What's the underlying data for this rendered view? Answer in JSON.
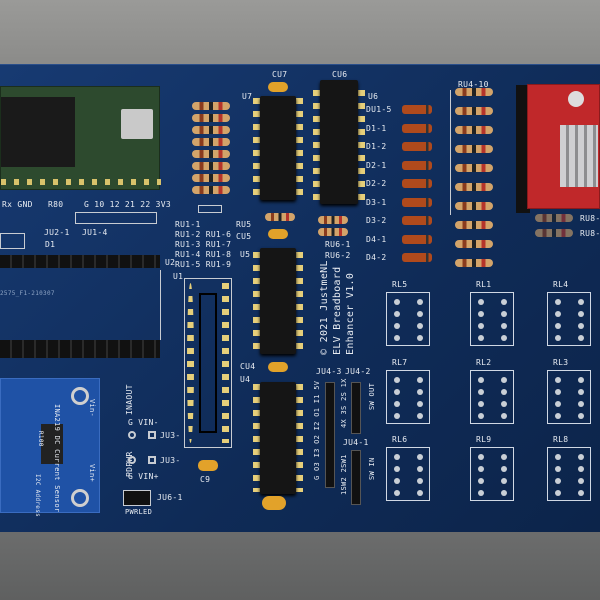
{
  "board": {
    "title": "© 2021 JustmeNL",
    "subtitle": "ELV Breadboard",
    "version": "Enhancer V1.0",
    "color": "#12305f"
  },
  "labels": {
    "u7": "U7",
    "u6": "U6",
    "cu7": "CU7",
    "cu6": "CU6",
    "u2": "U2",
    "u1": "U1",
    "u5": "U5",
    "u4": "U4",
    "cu5": "CU5",
    "ru5": "RU5",
    "cu4": "CU4",
    "c9": "C9",
    "d1": "D1",
    "ju2": "JU2-1",
    "ju1": "JU1-4",
    "pins_top": "Rx GND",
    "r80": "R80",
    "pins_row": "G 10 12 21 22 3V3",
    "ru1": [
      "RU1-1",
      "RU1-2 RU1-6",
      "RU1-3 RU1-7",
      "RU1-4 RU1-8",
      "RU1-5 RU1-9"
    ],
    "ru6": [
      "RU6-1",
      "RU6-2"
    ],
    "diodes": [
      "DU1-5",
      "D1-1",
      "D1-2",
      "D2-1",
      "D2-2",
      "D3-1",
      "D3-2",
      "D4-1",
      "D4-2"
    ],
    "ru4": "RU4-10",
    "ru8": [
      "RU8-",
      "RU8-"
    ],
    "relays": [
      "RL5",
      "RL1",
      "RL4",
      "RL7",
      "RL2",
      "RL3",
      "RL6",
      "RL9",
      "RL8"
    ],
    "ju4_3": "JU4-3",
    "ju4_2": "JU4-2",
    "ju4_1": "JU4-1",
    "ju4_3_pins": "G O3 I3 O2 I2 O1 I1 5V",
    "ju4_2_pins": "4X 3S 2S 1X",
    "sw_out": "SW OUT",
    "ju4_1_pins": "1SW2 2SW1",
    "sw_in": "SW IN",
    "inaout": "INAOUT",
    "pdpwr": "PDPWR",
    "g_vin_minus": "G  VIN-",
    "g_vin_plus": "G VIN+",
    "ju3_minus": "JU3-",
    "ju3_plus": "JU3-",
    "ju6": "JU6-1",
    "pwrled": "PWRLED",
    "serial": "2575_F1-210307",
    "ina_module": "INA219 DC Current Sensor",
    "vin_minus": "Vin-",
    "vin_plus": "Vin+",
    "shunt": "R100",
    "i2c": "I2C Address"
  }
}
